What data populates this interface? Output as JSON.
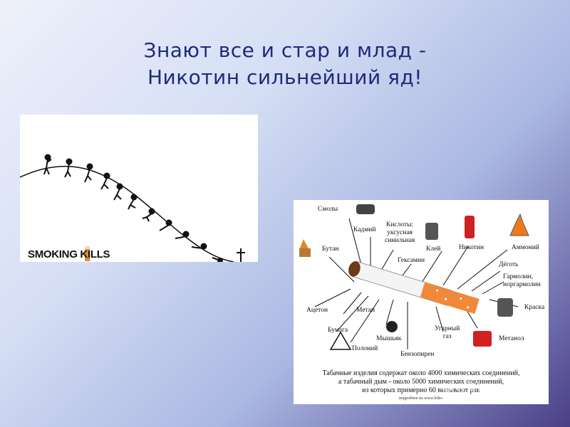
{
  "slide": {
    "title_line1": "Знают все и стар и млад -",
    "title_line2": "Никотин сильнейший яд!"
  },
  "left_image": {
    "brand_text": "SMOKING KILLS"
  },
  "right_image": {
    "labels": {
      "smoly": "Смолы",
      "kadmiy": "Кадмий",
      "kisloty": "Кислоты:",
      "uksusnaya": "уксусная",
      "sinilnaya": "синильная",
      "kley": "Клей",
      "nikotin": "Никотин",
      "ammoniy": "Аммоний",
      "butan": "Бутан",
      "geksamin": "Гексамин",
      "degot": "Дёготь",
      "garmolin": "Гармолин,",
      "norgarmolin": "норгармолин",
      "aceton": "Ацетон",
      "metan": "Метан",
      "kraska": "Краска",
      "bumaga": "Бумага",
      "mysyak": "Мышьяк",
      "ugarny": "Угарный",
      "gaz": "газ",
      "metanol": "Метанол",
      "poloniy": "Полоний",
      "benzopiren": "Бензопирен"
    },
    "caption_line1": "Табачные изделия содержат около 4000 химических соединений,",
    "caption_line2": "а табачный дым - около 5000 химических соединений,",
    "caption_line3": "из которых примерно 60 вызывают рак",
    "source": "подробнее на www.lider-"
  },
  "watermark": "MyShared"
}
